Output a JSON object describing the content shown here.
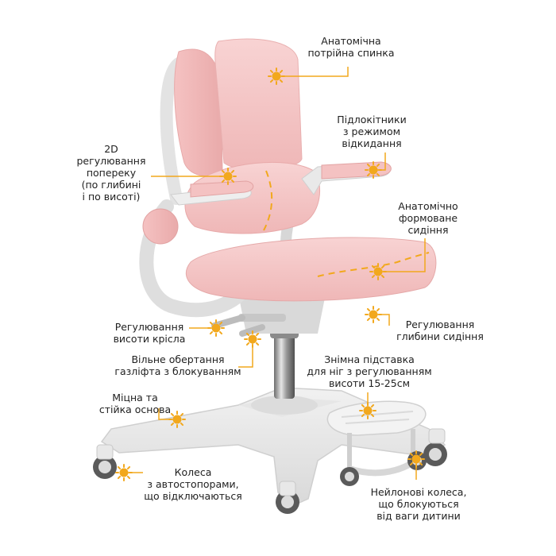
{
  "accent_color": "#f2a81d",
  "product_color": "#f6c9c9",
  "callouts": {
    "backrest": {
      "lines": [
        "Анатомічна",
        "потрійна спинка"
      ]
    },
    "armrests": {
      "lines": [
        "Підлокітники",
        "з режимом",
        "відкидання"
      ]
    },
    "lumbar": {
      "lines": [
        "2D",
        "регулювання",
        "попереку",
        "(по глибині",
        "і по висоті)"
      ]
    },
    "seat": {
      "lines": [
        "Анатомічно",
        "формоване",
        "сидіння"
      ]
    },
    "seat_height": {
      "lines": [
        "Регулювання",
        "висоти крісла"
      ]
    },
    "seat_depth": {
      "lines": [
        "Регулювання",
        "глибини сидіння"
      ]
    },
    "gaslift": {
      "lines": [
        "Вільне обертання",
        "газліфта з блокуванням"
      ]
    },
    "footrest": {
      "lines": [
        "Знімна підставка",
        "для ніг з регулюванням",
        "висоти 15-25см"
      ]
    },
    "base": {
      "lines": [
        "Міцна та",
        "стійка основа"
      ]
    },
    "casters": {
      "lines": [
        "Колеса",
        "з автостопорами,",
        "що відключаються"
      ]
    },
    "nylon_wheels": {
      "lines": [
        "Нейлонові колеса,",
        "що блокуються",
        "від ваги дитини"
      ]
    }
  }
}
